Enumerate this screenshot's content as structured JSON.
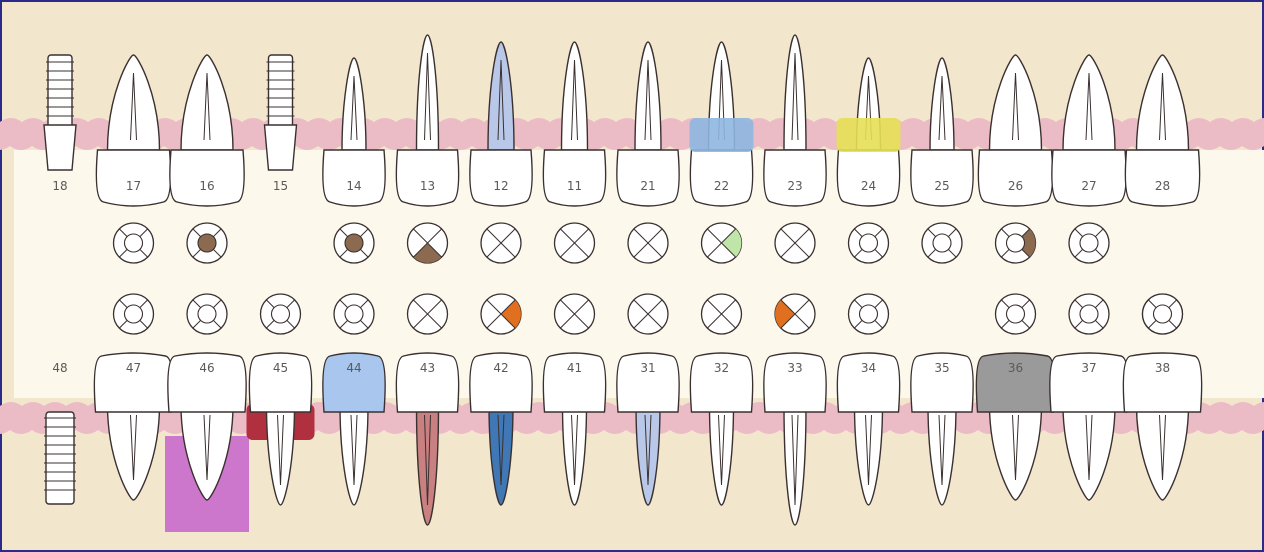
{
  "chart": {
    "upper": [
      {
        "number": "18",
        "tooth": "implant-fixture-upper",
        "face": null,
        "symbol_row1": null,
        "symbol_row2": "none"
      },
      {
        "number": "17",
        "tooth": "molar",
        "face": "occlusal",
        "symbol_row1": null,
        "symbol_row2": null
      },
      {
        "number": "16",
        "tooth": "molar",
        "face": "occlusal",
        "symbol_row1": {
          "center": "#8b6a50"
        },
        "symbol_row2": null
      },
      {
        "number": "15",
        "tooth": "implant-fixture-upper",
        "face": "occlusal",
        "symbol_row1": "none",
        "symbol_row2": null
      },
      {
        "number": "14",
        "tooth": "premolar",
        "face": "occlusal",
        "symbol_row1": {
          "center": "#8b6a50"
        },
        "symbol_row2": null
      },
      {
        "number": "13",
        "tooth": "canine",
        "face": "incisal",
        "symbol_row1": {
          "bottom": "#8b6a50"
        },
        "symbol_row2": null
      },
      {
        "number": "12",
        "tooth": "incisor",
        "face": "incisal",
        "root_fill": "#b9c8e8",
        "symbol_row1": null,
        "symbol_row2": {
          "right": "#e07020"
        }
      },
      {
        "number": "11",
        "tooth": "incisor",
        "face": "incisal",
        "symbol_row1": null,
        "symbol_row2": null
      },
      {
        "number": "21",
        "tooth": "incisor",
        "face": "incisal",
        "symbol_row1": null,
        "symbol_row2": null
      },
      {
        "number": "22",
        "tooth": "incisor",
        "face": "incisal",
        "gum_mark": "#8fb6e0",
        "symbol_row1": {
          "right": "#bfe6a8"
        },
        "symbol_row2": null
      },
      {
        "number": "23",
        "tooth": "canine",
        "face": "incisal",
        "symbol_row1": null,
        "symbol_row2": {
          "left": "#e07020"
        }
      },
      {
        "number": "24",
        "tooth": "premolar",
        "face": "occlusal",
        "gum_mark": "#e6e055",
        "symbol_row1": null,
        "symbol_row2": null
      },
      {
        "number": "25",
        "tooth": "premolar",
        "face": "occlusal",
        "symbol_row1": null,
        "symbol_row2": "none"
      },
      {
        "number": "26",
        "tooth": "molar",
        "face": "occlusal",
        "symbol_row1": {
          "ring_right": "#8b6a50"
        },
        "symbol_row2": null
      },
      {
        "number": "27",
        "tooth": "molar",
        "face": "occlusal",
        "symbol_row1": null,
        "symbol_row2": null
      },
      {
        "number": "28",
        "tooth": "molar-outline",
        "face": "occlusal",
        "symbol_row1": "none",
        "symbol_row2": null
      }
    ],
    "lower": [
      {
        "number": "48",
        "tooth": "implant-fixture-lower"
      },
      {
        "number": "47",
        "tooth": "molar"
      },
      {
        "number": "46",
        "tooth": "molar",
        "bone_mark": "#cc77cc"
      },
      {
        "number": "45",
        "tooth": "premolar",
        "gum_mark": "#b03040"
      },
      {
        "number": "44",
        "tooth": "premolar",
        "crown_fill": "#a9c6ee"
      },
      {
        "number": "43",
        "tooth": "canine",
        "root_fill": "#c98080"
      },
      {
        "number": "42",
        "tooth": "incisor",
        "root_fill": "#3f78b5"
      },
      {
        "number": "41",
        "tooth": "incisor"
      },
      {
        "number": "31",
        "tooth": "incisor",
        "root_fill": "#b9c8e8"
      },
      {
        "number": "32",
        "tooth": "incisor"
      },
      {
        "number": "33",
        "tooth": "canine"
      },
      {
        "number": "34",
        "tooth": "premolar"
      },
      {
        "number": "35",
        "tooth": "premolar"
      },
      {
        "number": "36",
        "tooth": "molar",
        "crown_fill": "#9a9a9a"
      },
      {
        "number": "37",
        "tooth": "molar"
      },
      {
        "number": "38",
        "tooth": "molar"
      }
    ]
  },
  "colors": {
    "background": "#f2e6cc",
    "band": "#fdf8ec",
    "gum": "#ecbcc6",
    "tooth_fill": "#ffffff",
    "tooth_stroke": "#3a3030",
    "frame": "#2a2a8a"
  }
}
